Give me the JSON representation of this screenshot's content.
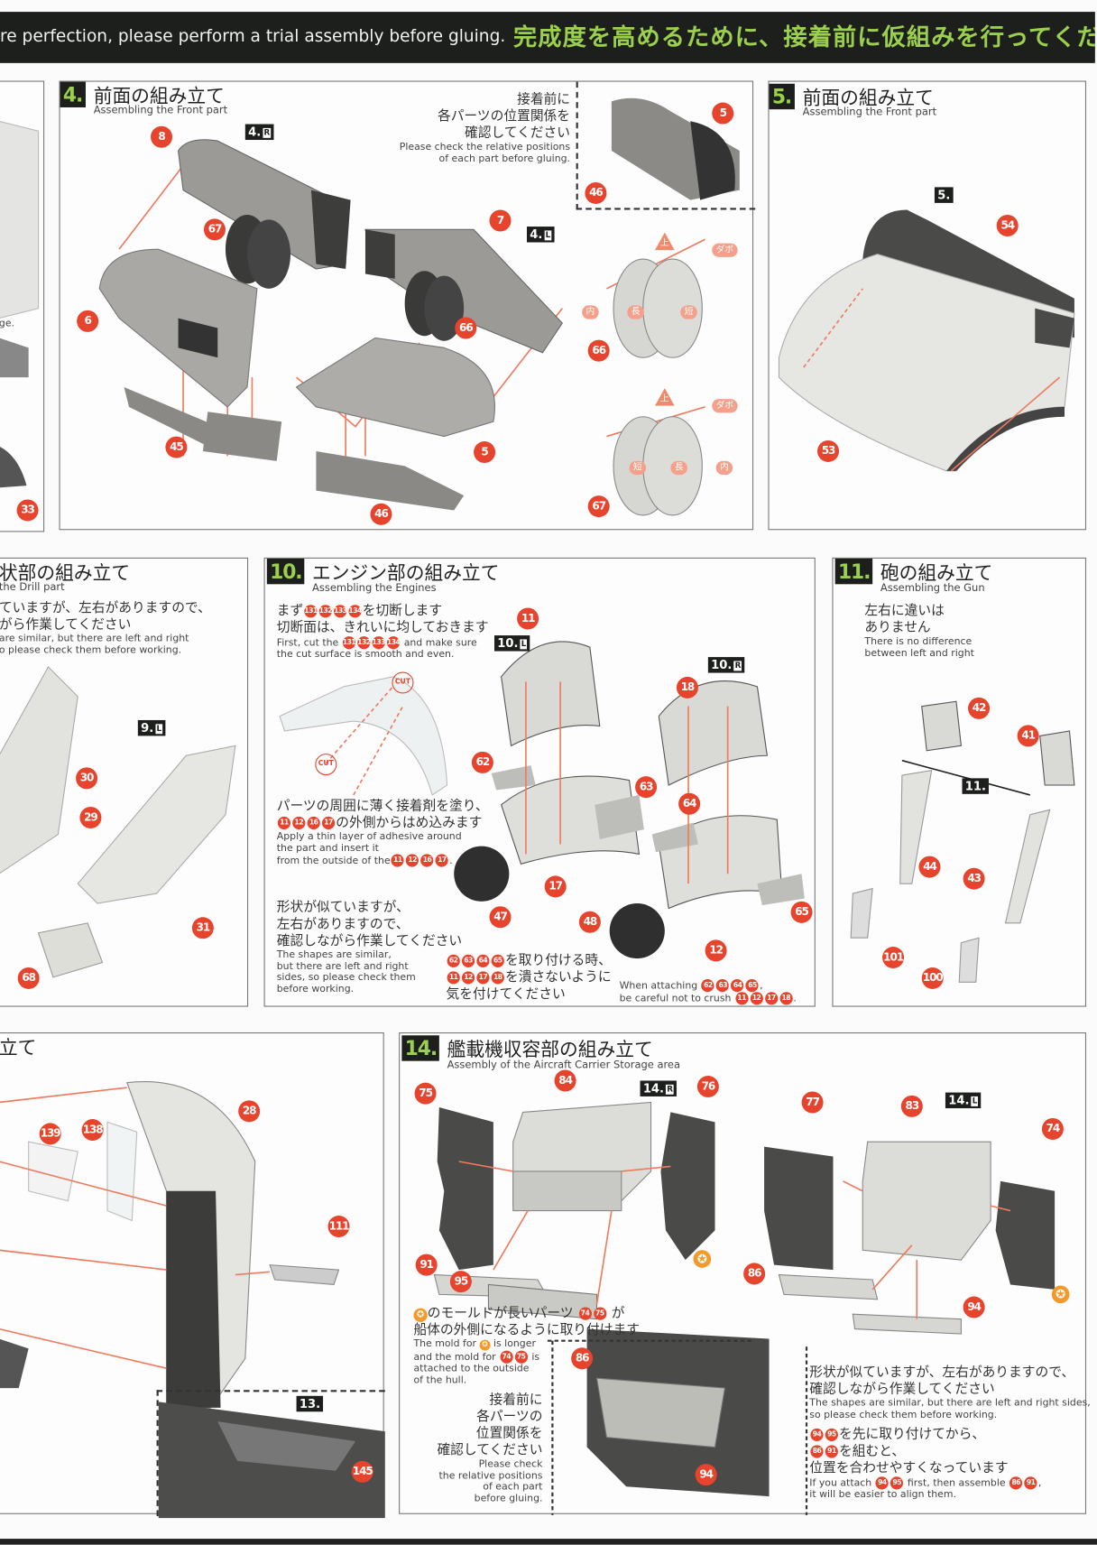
{
  "banner": {
    "en": "re perfection, please perform a trial assembly before gluing.",
    "jp": "完成度を高めるために、接着前に仮組みを行ってください"
  },
  "left_partial": {
    "text": "ge.",
    "badges": [
      "33"
    ]
  },
  "step4": {
    "no": "4.",
    "title": "前面の組み立て",
    "subtitle": "Assembling the Front part",
    "note_jp": [
      "接着前に",
      "各パーツの位置関係を",
      "確認してください"
    ],
    "note_en": [
      "Please check the relative positions",
      "of each part before gluing."
    ],
    "tags": [
      {
        "n": "4.",
        "s": "R"
      },
      {
        "n": "4.",
        "s": "L"
      }
    ],
    "badges": [
      "8",
      "67",
      "6",
      "45",
      "7",
      "66",
      "5",
      "46",
      "5",
      "46",
      "66",
      "67"
    ],
    "diagram": {
      "up": "上",
      "dowel": "ダボ",
      "inner": "内",
      "long": "長",
      "short": "短"
    }
  },
  "step5": {
    "no": "5.",
    "title": "前面の組み立て",
    "subtitle": "Assembling the Front part",
    "tag": "5.",
    "badges": [
      "54",
      "53"
    ]
  },
  "step9": {
    "title": "状部の組み立て",
    "subtitle": "the Drill part",
    "note_jp": [
      "ていますが、左右がありますので、",
      "がら作業してください"
    ],
    "note_en": [
      "are similar, but there are left and right",
      "o please check them before working."
    ],
    "tag": {
      "n": "9.",
      "s": "L"
    },
    "badges": [
      "30",
      "29",
      "31",
      "68"
    ]
  },
  "step10": {
    "no": "10.",
    "title": "エンジン部の組み立て",
    "subtitle": "Assembling the Engines",
    "n1_jp_a": "まず",
    "n1_badges": [
      "131",
      "132",
      "133",
      "134"
    ],
    "n1_jp_b": "を切断します",
    "n1_jp2": "切断面は、きれいに均しておきます",
    "n1_en_a": "First, cut the",
    "n1_en_b": "and make sure",
    "n1_en2": "the cut surface is smooth and even.",
    "cut": "CUT",
    "n2_jp1": "パーツの周囲に薄く接着剤を塗り、",
    "n2_badges": [
      "11",
      "12",
      "16",
      "17"
    ],
    "n2_jp2": "の外側からはめ込みます",
    "n2_en": [
      "Apply a thin layer of adhesive around",
      "the part and insert it"
    ],
    "n2_en3": "from the outside of the",
    "n3_jp": [
      "形状が似ていますが、",
      "左右がありますので、",
      "確認しながら作業してください"
    ],
    "n3_en": [
      "The shapes are similar,",
      "but there are left and right",
      "sides, so please check them",
      "before working."
    ],
    "n4_badges_a": [
      "62",
      "63",
      "64",
      "65"
    ],
    "n4_jp_a": "を取り付ける時、",
    "n4_badges_b": [
      "11",
      "12",
      "17",
      "18"
    ],
    "n4_jp_b": "を潰さないように",
    "n4_jp_c": "気を付けてください",
    "n4_en_a": "When attaching",
    "n4_en_b": "be careful not to crush",
    "tags": [
      {
        "n": "10.",
        "s": "L"
      },
      {
        "n": "10.",
        "s": "R"
      }
    ],
    "badges": [
      "11",
      "18",
      "62",
      "63",
      "64",
      "17",
      "47",
      "48",
      "12",
      "65"
    ]
  },
  "step11": {
    "no": "11.",
    "title": "砲の組み立て",
    "subtitle": "Assembling the Gun",
    "note_jp": [
      "左右に違いは",
      "ありません"
    ],
    "note_en": [
      "There is no difference",
      "between left and right"
    ],
    "tag": "11.",
    "badges": [
      "42",
      "41",
      "44",
      "43",
      "101",
      "100"
    ]
  },
  "step12": {
    "title": "立て",
    "badges": [
      "28",
      "139",
      "138",
      "111",
      "145"
    ],
    "tag": "13."
  },
  "step14": {
    "no": "14.",
    "title": "艦載機収容部の組み立て",
    "subtitle": "Assembly of the Aircraft Carrier Storage area",
    "tags": [
      {
        "n": "14.",
        "s": "R"
      },
      {
        "n": "14.",
        "s": "L"
      }
    ],
    "badges": [
      "75",
      "84",
      "76",
      "77",
      "83",
      "74",
      "91",
      "95",
      "86",
      "94",
      "86",
      "94"
    ],
    "star": "✪",
    "n1_jp_a": "のモールドが長いパーツ",
    "n1_badges": [
      "74",
      "75"
    ],
    "n1_jp_b": "が",
    "n1_jp2": "船体の外側になるように取り付けます",
    "n1_en1a": "The mold for",
    "n1_en1b": "is longer",
    "n1_en2a": "and the mold for",
    "n1_en2b": "is",
    "n1_en3": "attached to the outside",
    "n1_en4": "of the hull.",
    "n2_jp": [
      "接着前に",
      "各パーツの",
      "位置関係を",
      "確認してください"
    ],
    "n2_en": [
      "Please check",
      "the relative positions",
      "of each part",
      "before gluing."
    ],
    "n3_jp": [
      "形状が似ていますが、左右がありますので、",
      "確認しながら作業してください"
    ],
    "n3_en": [
      "The shapes are similar, but there are left and right sides,",
      "so please check them before working."
    ],
    "n4_badges_a": [
      "94",
      "95"
    ],
    "n4_jp_a": "を先に取り付けてから、",
    "n4_badges_b": [
      "86",
      "91"
    ],
    "n4_jp_b": "を組むと、",
    "n4_jp_c": "位置を合わせやすくなっています",
    "n4_en_a": "If you attach",
    "n4_en_b": "first, then assemble",
    "n4_en_c": "it will be easier to align them."
  },
  "colors": {
    "badge": "#e6442c",
    "step_bg": "#1d1f1d",
    "step_fg": "#9bd04c",
    "part_light": "#d9d9d6",
    "part_dark": "#4a4a48"
  }
}
